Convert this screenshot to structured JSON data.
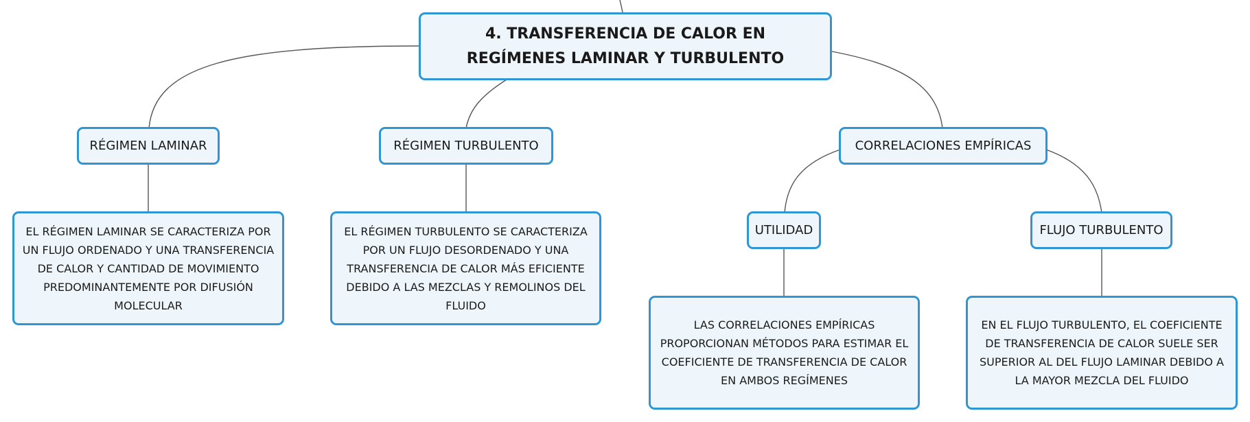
{
  "diagram": {
    "main": "4. TRANSFERENCIA DE CALOR EN REGÍMENES LAMINAR Y TURBULENTO",
    "laminar": {
      "title": "RÉGIMEN LAMINAR",
      "text": "EL RÉGIMEN LAMINAR SE CARACTERIZA POR UN FLUJO ORDENADO Y UNA TRANSFERENCIA DE CALOR Y CANTIDAD DE MOVIMIENTO PREDOMINANTEMENTE POR DIFUSIÓN MOLECULAR"
    },
    "turbulento": {
      "title": "RÉGIMEN TURBULENTO",
      "text": "EL RÉGIMEN TURBULENTO SE CARACTERIZA POR UN FLUJO DESORDENADO Y UNA TRANSFERENCIA DE CALOR MÁS EFICIENTE DEBIDO A LAS MEZCLAS Y REMOLINOS DEL FLUIDO"
    },
    "correlaciones": {
      "title": "CORRELACIONES EMPÍRICAS",
      "utilidad": {
        "title": "UTILIDAD",
        "text": "LAS CORRELACIONES EMPÍRICAS PROPORCIONAN MÉTODOS PARA ESTIMAR EL COEFICIENTE DE TRANSFERENCIA DE CALOR EN AMBOS REGÍMENES"
      },
      "flujo_turbulento": {
        "title": "FLUJO TURBULENTO",
        "text": "EN EL FLUJO TURBULENTO, EL COEFICIENTE DE TRANSFERENCIA DE CALOR SUELE SER SUPERIOR AL DEL FLUJO LAMINAR DEBIDO A LA MAYOR MEZCLA DEL FLUIDO"
      }
    }
  }
}
